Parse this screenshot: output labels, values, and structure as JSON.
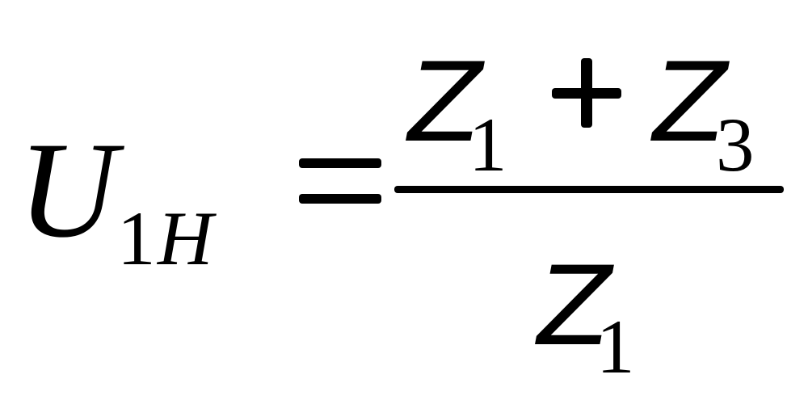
{
  "formula": {
    "lhs": {
      "symbol": "U",
      "subscript_digit": "1",
      "subscript_letter": "H"
    },
    "equals": "=",
    "numerator": {
      "term1": {
        "symbol": "Z",
        "subscript": "1"
      },
      "operator": "+",
      "term2": {
        "symbol": "Z",
        "subscript": "3"
      }
    },
    "denominator": {
      "symbol": "Z",
      "subscript": "1"
    }
  }
}
